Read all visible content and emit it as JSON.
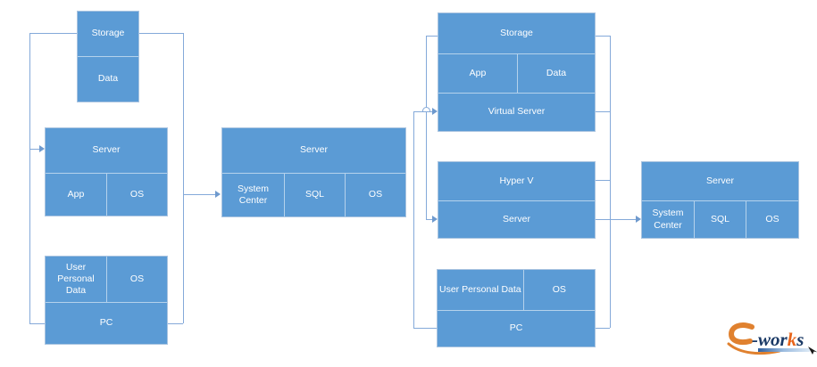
{
  "colors": {
    "box_fill": "#5b9bd5",
    "box_border": "#aac4e0",
    "cell_divider": "rgba(255,255,255,0.55)",
    "connector_line": "#84a9d9",
    "label_text": "#ffffff",
    "logo_orange": "#e0812f",
    "logo_navy": "#1b3a66"
  },
  "left_cluster": {
    "storage_box": {
      "title": "Storage",
      "sub": "Data"
    },
    "server_box": {
      "title": "Server",
      "cells": [
        "App",
        "OS"
      ]
    },
    "pc_box": {
      "cells": [
        "User Personal Data",
        "OS"
      ],
      "footer": "PC"
    }
  },
  "middle_cluster": {
    "server_box": {
      "title": "Server",
      "cells": [
        "System Center",
        "SQL",
        "OS"
      ]
    }
  },
  "right_cluster": {
    "storage_box": {
      "title": "Storage",
      "cells": [
        "App",
        "Data"
      ],
      "footer": "Virtual Server"
    },
    "hyperv_box": {
      "title": "Hyper V",
      "footer": "Server"
    },
    "pc_box": {
      "cells": [
        "User Personal Data",
        "OS"
      ],
      "footer": "PC"
    }
  },
  "far_right_cluster": {
    "server_box": {
      "title": "Server",
      "cells": [
        "System Center",
        "SQL",
        "OS"
      ]
    }
  },
  "logo": {
    "name": "e-works",
    "part1": "-wor",
    "accent": "k",
    "part2": "s"
  }
}
